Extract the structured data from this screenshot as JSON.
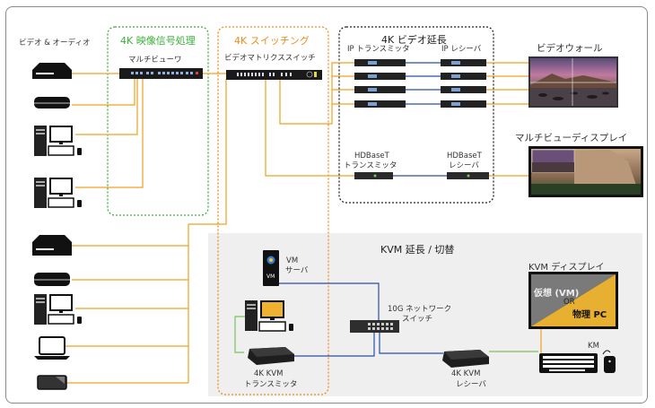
{
  "colors": {
    "hdmi_line": "#f0a020",
    "network_line": "#2a4fa8",
    "usb_line": "#7cc25a",
    "group_processing": "#3aae3a",
    "group_switching": "#f08c1a",
    "group_extension": "#222222",
    "kvm_area_bg": "#efefef"
  },
  "groups": {
    "processing": {
      "title": "4K 映像信号処理"
    },
    "switching": {
      "title": "4K スイッチング"
    },
    "extension": {
      "title": "4K ビデオ延長"
    },
    "kvm": {
      "title": "KVM 延長 / 切替"
    }
  },
  "sources": {
    "label": "ビデオ & オーディオ",
    "items": [
      {
        "icon": "media-player-icon"
      },
      {
        "icon": "set-top-box-icon"
      },
      {
        "icon": "desktop-pc-icon"
      },
      {
        "icon": "desktop-pc-icon"
      },
      {
        "icon": "media-player-icon"
      },
      {
        "icon": "set-top-box-icon"
      },
      {
        "icon": "desktop-pc-icon"
      },
      {
        "icon": "laptop-icon"
      },
      {
        "icon": "tablet-icon"
      }
    ]
  },
  "devices": {
    "multiviewer": "マルチビューワ",
    "matrix_switch": "ビデオマトリクススイッチ",
    "ip_transmitter": "IP トランスミッタ",
    "ip_receiver": "IP レシーバ",
    "hdbaset_tx_line1": "HDBaseT",
    "hdbaset_tx_line2": "トランスミッタ",
    "hdbaset_rx_line1": "HDBaseT",
    "hdbaset_rx_line2": "レシーバ",
    "video_wall": "ビデオウォール",
    "multiview_display": "マルチビューディスプレイ",
    "vm_server_line1": "VM",
    "vm_server_line2": "サーバ",
    "vm_badge": "VM",
    "network_switch_line1": "10G ネットワーク",
    "network_switch_line2": "スイッチ",
    "kvm_tx_line1": "4K KVM",
    "kvm_tx_line2": "トランスミッタ",
    "kvm_rx_line1": "4K KVM",
    "kvm_rx_line2": "レシーバ",
    "kvm_display": "KVM ディスプレイ",
    "kvm_display_virtual": "仮想 (VM)",
    "kvm_display_or": "OR",
    "kvm_display_physical": "物理 PC",
    "km": "KM"
  }
}
